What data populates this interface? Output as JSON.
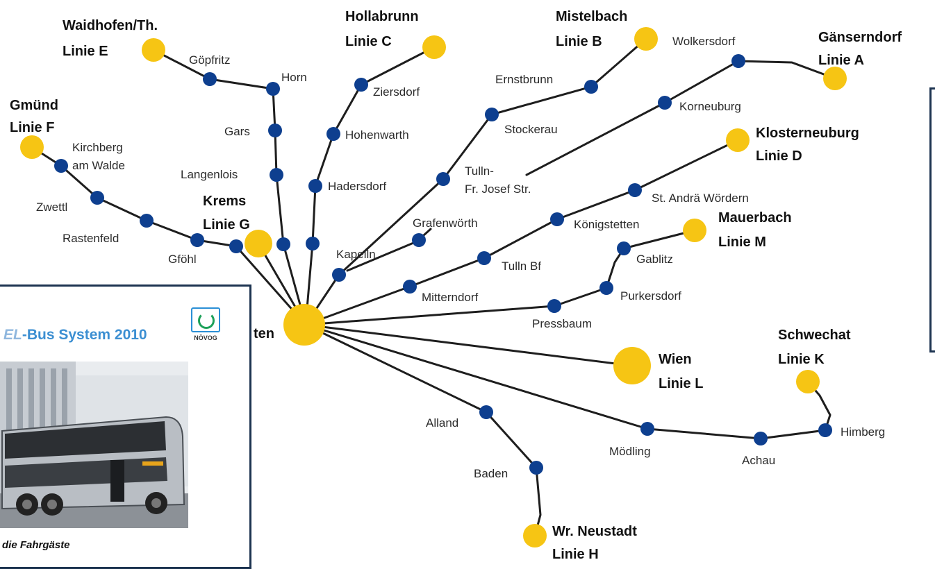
{
  "map": {
    "hub_label_fragment": "ten",
    "lines": [
      {
        "id": "A",
        "terminus": "Gänserndorf",
        "line_label": "Linie A",
        "stops": [
          "Wolkersdorf",
          "Korneuburg"
        ]
      },
      {
        "id": "B",
        "terminus": "Mistelbach",
        "line_label": "Linie B",
        "stops": [
          "Ernstbrunn",
          "Stockerau",
          "Tulln-\nFr. Josef Str.",
          "Kapelln"
        ]
      },
      {
        "id": "C",
        "terminus": "Hollabrunn",
        "line_label": "Linie C",
        "stops": [
          "Ziersdorf",
          "Hohenwarth",
          "Hadersdorf"
        ]
      },
      {
        "id": "D",
        "terminus": "Klosterneuburg",
        "line_label": "Linie D",
        "stops": [
          "St. Andrä Wördern",
          "Königstetten",
          "Tulln Bf",
          "Mitterndorf"
        ]
      },
      {
        "id": "E",
        "terminus": "Waidhofen/Th.",
        "line_label": "Linie E",
        "stops": [
          "Göpfritz",
          "Horn",
          "Gars",
          "Langenlois"
        ]
      },
      {
        "id": "F",
        "terminus": "Gmünd",
        "line_label": "Linie F",
        "stops": [
          "Kirchberg am Walde",
          "Zwettl",
          "Rastenfeld",
          "Gföhl"
        ]
      },
      {
        "id": "G",
        "terminus": "Krems",
        "line_label": "Linie G",
        "stops": []
      },
      {
        "id": "H",
        "terminus": "Wr. Neustadt",
        "line_label": "Linie H",
        "stops": [
          "Alland",
          "Baden"
        ]
      },
      {
        "id": "K",
        "terminus": "Schwechat",
        "line_label": "Linie K",
        "stops": [
          "Himberg",
          "Achau",
          "Mödling"
        ]
      },
      {
        "id": "L",
        "terminus": "Wien",
        "line_label": "Linie L",
        "stops": []
      },
      {
        "id": "M",
        "terminus": "Mauerbach",
        "line_label": "Linie M",
        "stops": [
          "Gablitz",
          "Purkersdorf",
          "Pressbaum"
        ]
      },
      {
        "id": "unlabelled",
        "terminus": "",
        "line_label": "",
        "stops": [
          "Grafenwörth"
        ]
      }
    ],
    "labels": {
      "goepfritz": "Göpfritz",
      "horn": "Horn",
      "gars": "Gars",
      "langenlois": "Langenlois",
      "kirchberg_1": "Kirchberg",
      "kirchberg_2": "am Walde",
      "zwettl": "Zwettl",
      "rastenfeld": "Rastenfeld",
      "gfoehl": "Gföhl",
      "ziersdorf": "Ziersdorf",
      "hohenwarth": "Hohenwarth",
      "hadersdorf": "Hadersdorf",
      "ernstbrunn": "Ernstbrunn",
      "stockerau": "Stockerau",
      "tulln_fj_1": "Tulln-",
      "tulln_fj_2": "Fr. Josef Str.",
      "kapelln": "Kapelln",
      "grafenwoerth": "Grafenwörth",
      "wolkersdorf": "Wolkersdorf",
      "korneuburg": "Korneuburg",
      "st_andrae": "St. Andrä Wördern",
      "koenigstetten": "Königstetten",
      "tulln_bf": "Tulln Bf",
      "mitterndorf": "Mitterndorf",
      "gablitz": "Gablitz",
      "purkersdorf": "Purkersdorf",
      "pressbaum": "Pressbaum",
      "alland": "Alland",
      "baden": "Baden",
      "moedling": "Mödling",
      "achau": "Achau",
      "himberg": "Himberg"
    },
    "colors": {
      "stop": "#0e3f8f",
      "terminus": "#f6c514",
      "route": "#1e1e1e",
      "frame": "#1c3350"
    }
  },
  "inset": {
    "title_fragment": "EL",
    "title_text": "-Bus System 2010",
    "logo_text": "NÖVOG",
    "caption": "die Fahrgäste"
  }
}
